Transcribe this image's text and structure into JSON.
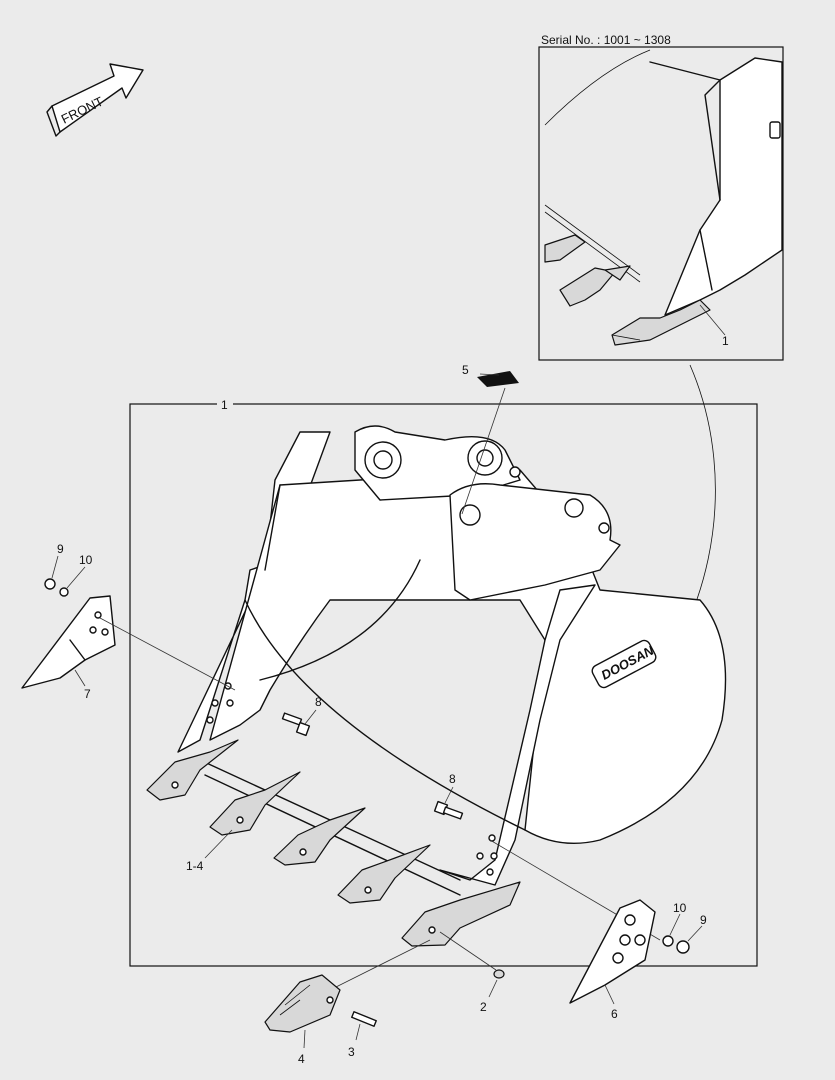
{
  "serial_caption": "Serial No. : 1001 ~ 1308",
  "front_label": "FRONT",
  "brand_mark": "DOOSAN",
  "callouts": {
    "inset_1": "1",
    "frame_1": "1",
    "c2": "2",
    "c3": "3",
    "c4": "4",
    "c5": "5",
    "c6": "6",
    "c7": "7",
    "c8a": "8",
    "c8b": "8",
    "c9a": "9",
    "c9b": "9",
    "c10a": "10",
    "c10b": "10",
    "c1_4": "1-4"
  }
}
